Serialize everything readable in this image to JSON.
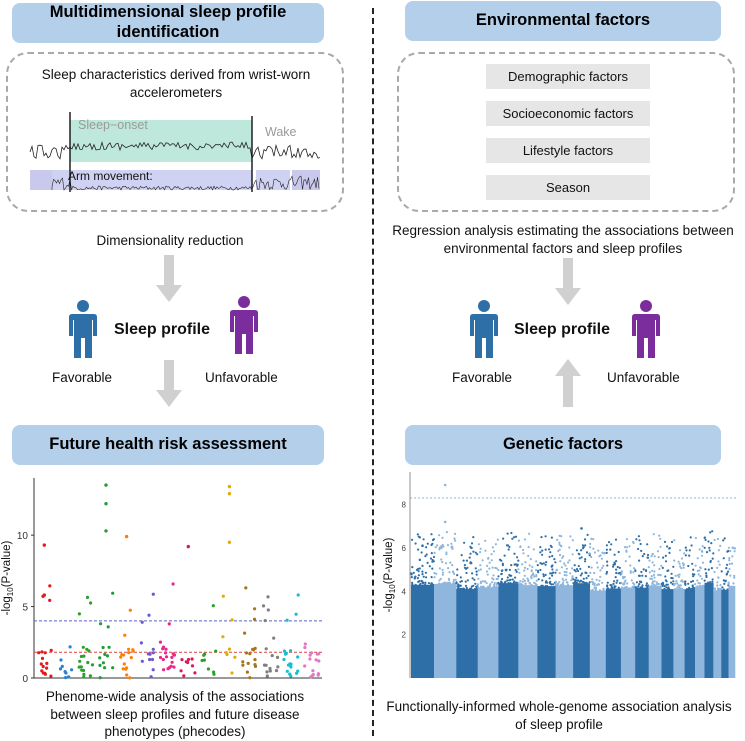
{
  "left": {
    "header1": "Multidimensional sleep profile identification",
    "box_text": "Sleep characteristics derived from wrist-worn accelerometers",
    "trace_sleep_onset": "Sleep−onset",
    "trace_wake": "Wake",
    "trace_arm": "Arm movement:",
    "step_text": "Dimensionality reduction",
    "profile": "Sleep profile",
    "favorable": "Favorable",
    "unfavorable": "Unfavorable",
    "header2": "Future health risk assessment",
    "caption": "Phenome-wide analysis of the associations between sleep profiles and future disease phenotypes (phecodes)"
  },
  "right": {
    "header1": "Environmental factors",
    "factors": [
      "Demographic factors",
      "Socioeconomic factors",
      "Lifestyle factors",
      "Season"
    ],
    "regression_text": "Regression analysis estimating the associations between environmental factors and sleep profiles",
    "profile": "Sleep profile",
    "favorable": "Favorable",
    "unfavorable": "Unfavorable",
    "header2": "Genetic factors",
    "caption": "Functionally-informed whole-genome association analysis of sleep profile"
  },
  "colors": {
    "header_bg": "#b3cfea",
    "favorable_person": "#2f6fa8",
    "unfavorable_person": "#7b2d9e",
    "arrow": "#d0d0d0"
  },
  "chart_data": [
    {
      "type": "scatter",
      "description_kind": "phewas",
      "ylabel_prefix": "-log",
      "ylabel_sub": "10",
      "ylabel_suffix": "(P-value)",
      "yticks": [
        "0",
        "5",
        "10"
      ],
      "ylim": [
        0,
        14
      ],
      "thresholds": [
        {
          "value": 4,
          "color": "#5b63c9"
        },
        {
          "value": 1.8,
          "color": "#e0443a"
        }
      ],
      "categories": 14,
      "category_colors": [
        "#e31a1c",
        "#2a7fd4",
        "#2ca02c",
        "#1f9e3a",
        "#ff7f00",
        "#6a5acd",
        "#e7298a",
        "#d81b60",
        "#2ca02c",
        "#e6ab02",
        "#a6761d",
        "#7f7f7f",
        "#17becf",
        "#e377c2"
      ],
      "notable_points": [
        {
          "x": 1,
          "y": 9.3
        },
        {
          "x": 1,
          "y": 5.8
        },
        {
          "x": 4,
          "y": 13.5
        },
        {
          "x": 4,
          "y": 12.2
        },
        {
          "x": 4,
          "y": 10.3
        },
        {
          "x": 5,
          "y": 9.9
        },
        {
          "x": 8,
          "y": 9.2
        },
        {
          "x": 10,
          "y": 13.4
        },
        {
          "x": 10,
          "y": 12.9
        },
        {
          "x": 10,
          "y": 9.5
        }
      ]
    },
    {
      "type": "scatter",
      "description_kind": "manhattan",
      "ylabel_prefix": "-log",
      "ylabel_sub": "10",
      "ylabel_suffix": "(P-value)",
      "yticks": [
        "2",
        "4",
        "6",
        "8"
      ],
      "ylim": [
        0,
        9.5
      ],
      "threshold": 8.3,
      "chromosomes": 22,
      "colors": [
        "#2f6fa8",
        "#8fb6dc"
      ],
      "notable_points": [
        {
          "x": 2,
          "y": 8.9
        },
        {
          "x": 2,
          "y": 7.2
        },
        {
          "x": 1,
          "y": 6.1
        },
        {
          "x": 9,
          "y": 6.9
        }
      ]
    }
  ]
}
